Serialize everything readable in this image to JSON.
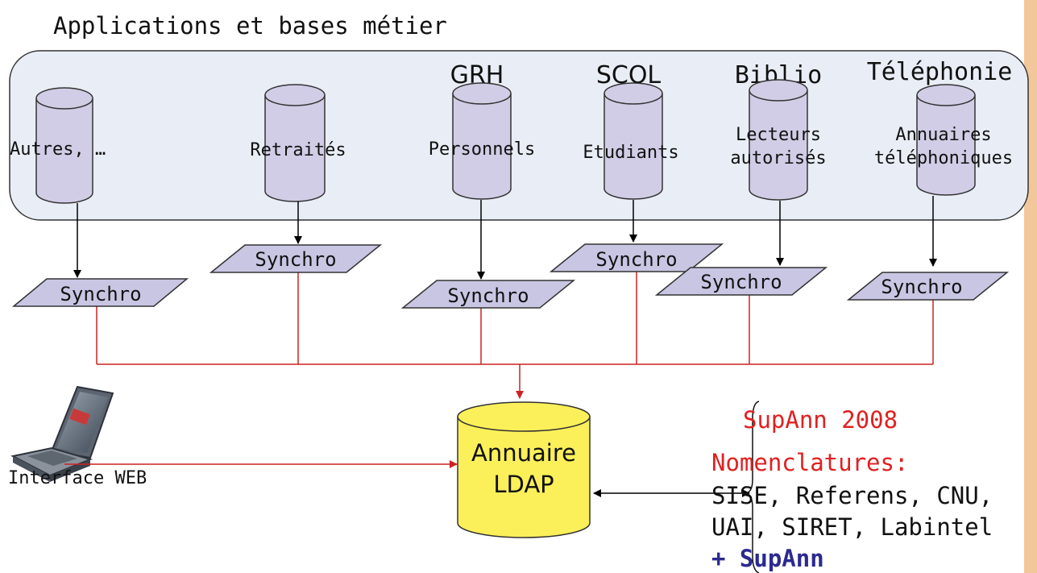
{
  "title": "Applications et bases métier",
  "apps": [
    {
      "header": "",
      "db_lines": [
        "Autres, …"
      ],
      "sync_label": "Synchro"
    },
    {
      "header": "",
      "db_lines": [
        "Retraités"
      ],
      "sync_label": "Synchro"
    },
    {
      "header": "GRH",
      "db_lines": [
        "Personnels"
      ],
      "sync_label": "Synchro"
    },
    {
      "header": "SCOL",
      "db_lines": [
        "Etudiants"
      ],
      "sync_label": "Synchro"
    },
    {
      "header": "Biblio",
      "db_lines": [
        "Lecteurs",
        "autorisés"
      ],
      "sync_label": "Synchro"
    },
    {
      "header": "Téléphonie",
      "db_lines": [
        "Annuaires",
        "téléphoniques"
      ],
      "sync_label": "Synchro"
    }
  ],
  "ldap": {
    "line1": "Annuaire",
    "line2": "LDAP"
  },
  "web_interface": {
    "label": "Interface WEB"
  },
  "supann": {
    "title": "SupAnn 2008",
    "nomenclatures_label": "Nomenclatures:",
    "line1": "SISE, Referens, CNU,",
    "line2": "UAI, SIRET, Labintel",
    "line3": "+ SupAnn"
  },
  "colors": {
    "panel_fill": "#e9eef6",
    "cylinder_fill": "#d2cde6",
    "synchro_fill": "#c9c6e4",
    "ldap_fill": "#fbf05a",
    "red_line": "#cc2222",
    "supann_red": "#e02020",
    "supann_blue": "#2b2a8f",
    "right_stripe": "#f2c79a"
  }
}
